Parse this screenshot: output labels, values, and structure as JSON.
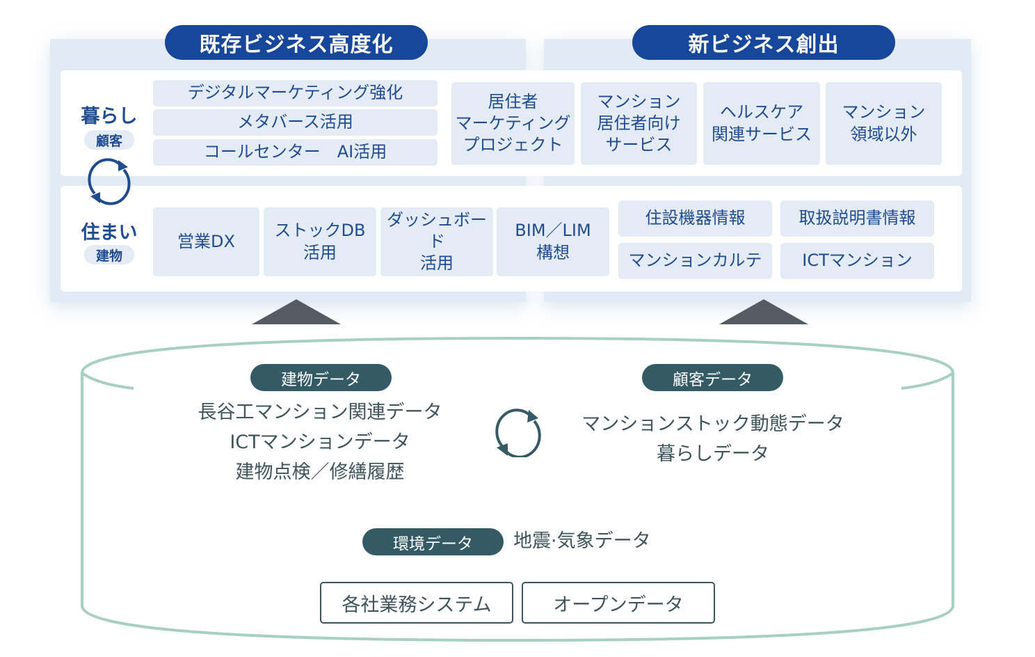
{
  "sections": {
    "existing": "既存ビジネス高度化",
    "new": "新ビジネス創出"
  },
  "rows": {
    "living": {
      "label": "暮らし",
      "sub": "顧客"
    },
    "housing": {
      "label": "住まい",
      "sub": "建物"
    }
  },
  "living_cells": [
    "デジタルマーケティング強化",
    "メタバース活用",
    "コールセンター　AI活用"
  ],
  "living_new": [
    "居住者\nマーケティング\nプロジェクト",
    "マンション\n居住者向け\nサービス",
    "ヘルスケア\n関連サービス",
    "マンション\n領域以外"
  ],
  "housing_cells": [
    "営業DX",
    "ストックDB\n活用",
    "ダッシュボード\n活用",
    "BIM／LIM\n構想"
  ],
  "housing_new": [
    "住設機器情報",
    "取扱説明書情報",
    "マンションカルテ",
    "ICTマンション"
  ],
  "data": {
    "building": {
      "tag": "建物データ",
      "lines": [
        "長谷工マンション関連データ",
        "ICTマンションデータ",
        "建物点検／修繕履歴"
      ]
    },
    "customer": {
      "tag": "顧客データ",
      "lines": [
        "マンションストック動態データ",
        "暮らしデータ"
      ]
    },
    "environment": {
      "tag": "環境データ",
      "text": "地震·気象データ"
    },
    "sources": [
      "各社業務システム",
      "オープンデータ"
    ]
  },
  "colors": {
    "navy": "#17479b",
    "teal": "#345a66",
    "cylinder": "#a8cfc4"
  }
}
